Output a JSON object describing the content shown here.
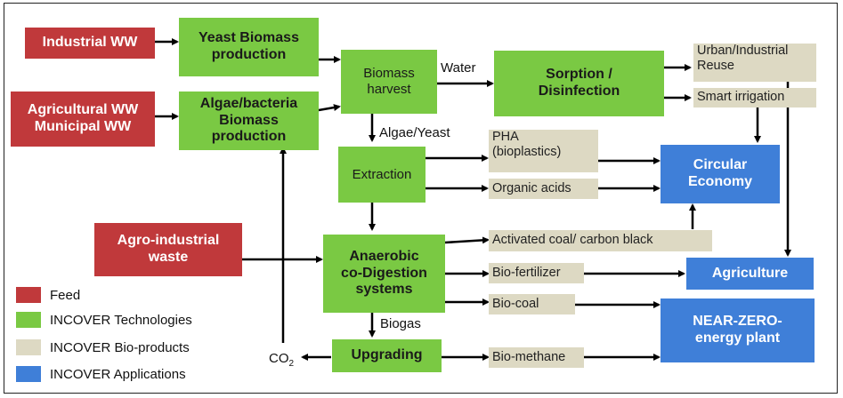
{
  "feeds": {
    "industrial_ww": "Industrial WW",
    "agricultural_ww": "Agricultural WW",
    "municipal_ww": "Municipal WW",
    "agro_industrial_1": "Agro-industrial",
    "agro_industrial_2": "waste"
  },
  "technologies": {
    "yeast_1": "Yeast Biomass",
    "yeast_2": "production",
    "algae_1": "Algae/bacteria",
    "algae_2": "Biomass",
    "algae_3": "production",
    "harvest_1": "Biomass",
    "harvest_2": "harvest",
    "sorption_1": "Sorption /",
    "sorption_2": "Disinfection",
    "extraction": "Extraction",
    "ad_1": "Anaerobic",
    "ad_2": "co-Digestion",
    "ad_3": "systems",
    "upgrading": "Upgrading"
  },
  "products": {
    "urban_1": "Urban/Industrial",
    "urban_2": "Reuse",
    "smart_irrigation": "Smart irrigation",
    "pha_1": "PHA",
    "pha_2": "(bioplastics)",
    "organic_acids": "Organic acids",
    "activated_coal": "Activated coal/ carbon black",
    "bio_fertilizer": "Bio-fertilizer",
    "bio_coal": "Bio-coal",
    "bio_methane": "Bio-methane"
  },
  "applications": {
    "circular_1": "Circular",
    "circular_2": "Economy",
    "agriculture": "Agriculture",
    "nearzero_1": "NEAR-ZERO-",
    "nearzero_2": "energy plant"
  },
  "edge_labels": {
    "water": "Water",
    "algae_yeast": "Algae/Yeast",
    "biogas": "Biogas",
    "co2_base": "CO",
    "co2_sub": "2"
  },
  "legend": {
    "feed": "Feed",
    "tech": "INCOVER Technologies",
    "prod": "INCOVER Bio-products",
    "app": "INCOVER Applications"
  },
  "colors": {
    "feed": "#c0393b",
    "technology": "#7ac943",
    "bioproduct": "#ddd9c3",
    "application": "#3f7fd8"
  }
}
